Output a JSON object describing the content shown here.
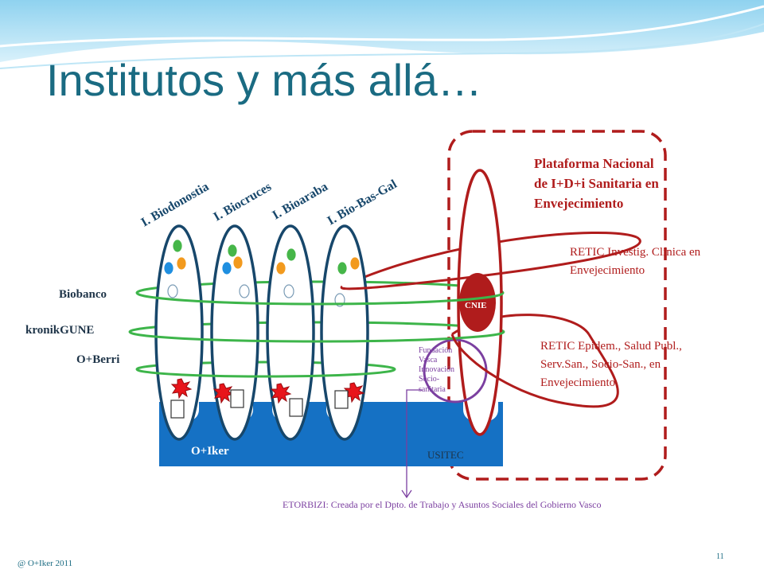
{
  "title": "Institutos y más allá…",
  "institutes": [
    "I. Biodonostia",
    "I. Biocruces",
    "I. Bioaraba",
    "I. Bio-Bas-Gal"
  ],
  "rings": {
    "biobanco": "Biobanco",
    "kronikgune": "kronikGUNE",
    "oberri": "O+Berri"
  },
  "oiker_label": "O+Iker",
  "usitec_label": "USITEC",
  "cnie_label": "CNIE",
  "fundacion_lines": [
    "Fundación",
    "Vasca",
    "Innovación",
    "Socio-",
    "sanitaria"
  ],
  "plataforma_lines": [
    "Plataforma Nacional",
    "de I+D+i Sanitaria en",
    "Envejecimiento"
  ],
  "retic1_lines": [
    "RETIC Investig. Clínica en",
    "Envejecimiento"
  ],
  "retic2_lines": [
    "RETIC Epidem., Salud Publ.,",
    "Serv.San., Socio-San., en",
    "Envejecimiento"
  ],
  "etorbizi": "ETORBIZI: Creada por el Dpto. de Trabajo y Asuntos Sociales del Gobierno Vasco",
  "footer_left": "@ O+Iker 2011",
  "page_number": "11",
  "colors": {
    "title": "#1a6b82",
    "navy": "#17476b",
    "green": "#3db54a",
    "darkred": "#b01c1c",
    "base_blue": "#1571c4",
    "purple": "#7b3fa0",
    "orange": "#f29a1e",
    "dot_blue": "#1f8fe0",
    "dot_green": "#46b649",
    "text_dark": "#1e3448"
  }
}
